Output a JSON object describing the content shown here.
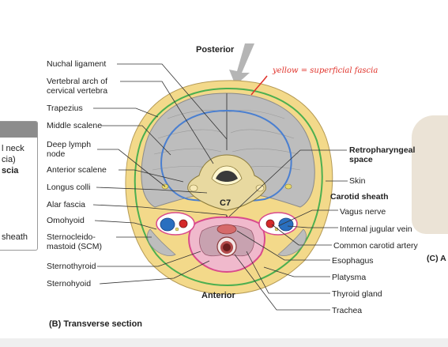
{
  "figure": {
    "posterior": "Posterior",
    "anterior": "Anterior",
    "vertebra": "C7",
    "caption_letter": "(B)",
    "caption_text": "Transverse section",
    "side_caption": "(C)  A"
  },
  "handwritten_note": "yellow = superficial fascia",
  "left_labels": [
    {
      "text": "Nuchal ligament"
    },
    {
      "text": "Vertebral arch of cervical vertebra"
    },
    {
      "text": "Trapezius"
    },
    {
      "text": "Middle scalene"
    },
    {
      "text": "Deep lymph node"
    },
    {
      "text": "Anterior scalene"
    },
    {
      "text": "Longus colli"
    },
    {
      "text": "Alar fascia"
    },
    {
      "text": "Omohyoid"
    },
    {
      "text": "Sternocleido-mastoid (SCM)"
    },
    {
      "text": "Sternothyroid"
    },
    {
      "text": "Sternohyoid"
    }
  ],
  "right_labels": [
    {
      "text": "Retropharyngeal space"
    },
    {
      "text": "Skin"
    },
    {
      "text": "Carotid sheath"
    },
    {
      "text": "Vagus nerve"
    },
    {
      "text": "Internal jugular vein"
    },
    {
      "text": "Common carotid artery"
    },
    {
      "text": "Esophagus"
    },
    {
      "text": "Platysma"
    },
    {
      "text": "Thyroid gland"
    },
    {
      "text": "Trachea"
    }
  ],
  "left_panel": {
    "line1": "l neck",
    "line2": "cia)",
    "line3": "scia",
    "line4": "sheath"
  },
  "colors": {
    "superficial_fascia": "#f3d98a",
    "muscle": "#bdbdbd",
    "deep_fascia_green": "#4caf50",
    "prevertebral_fascia_blue": "#4a7fd0",
    "pretracheal_fascia_pink": "#d94a8c",
    "vertebra": "#e8d9a0",
    "handwriting": "#e0322a"
  }
}
